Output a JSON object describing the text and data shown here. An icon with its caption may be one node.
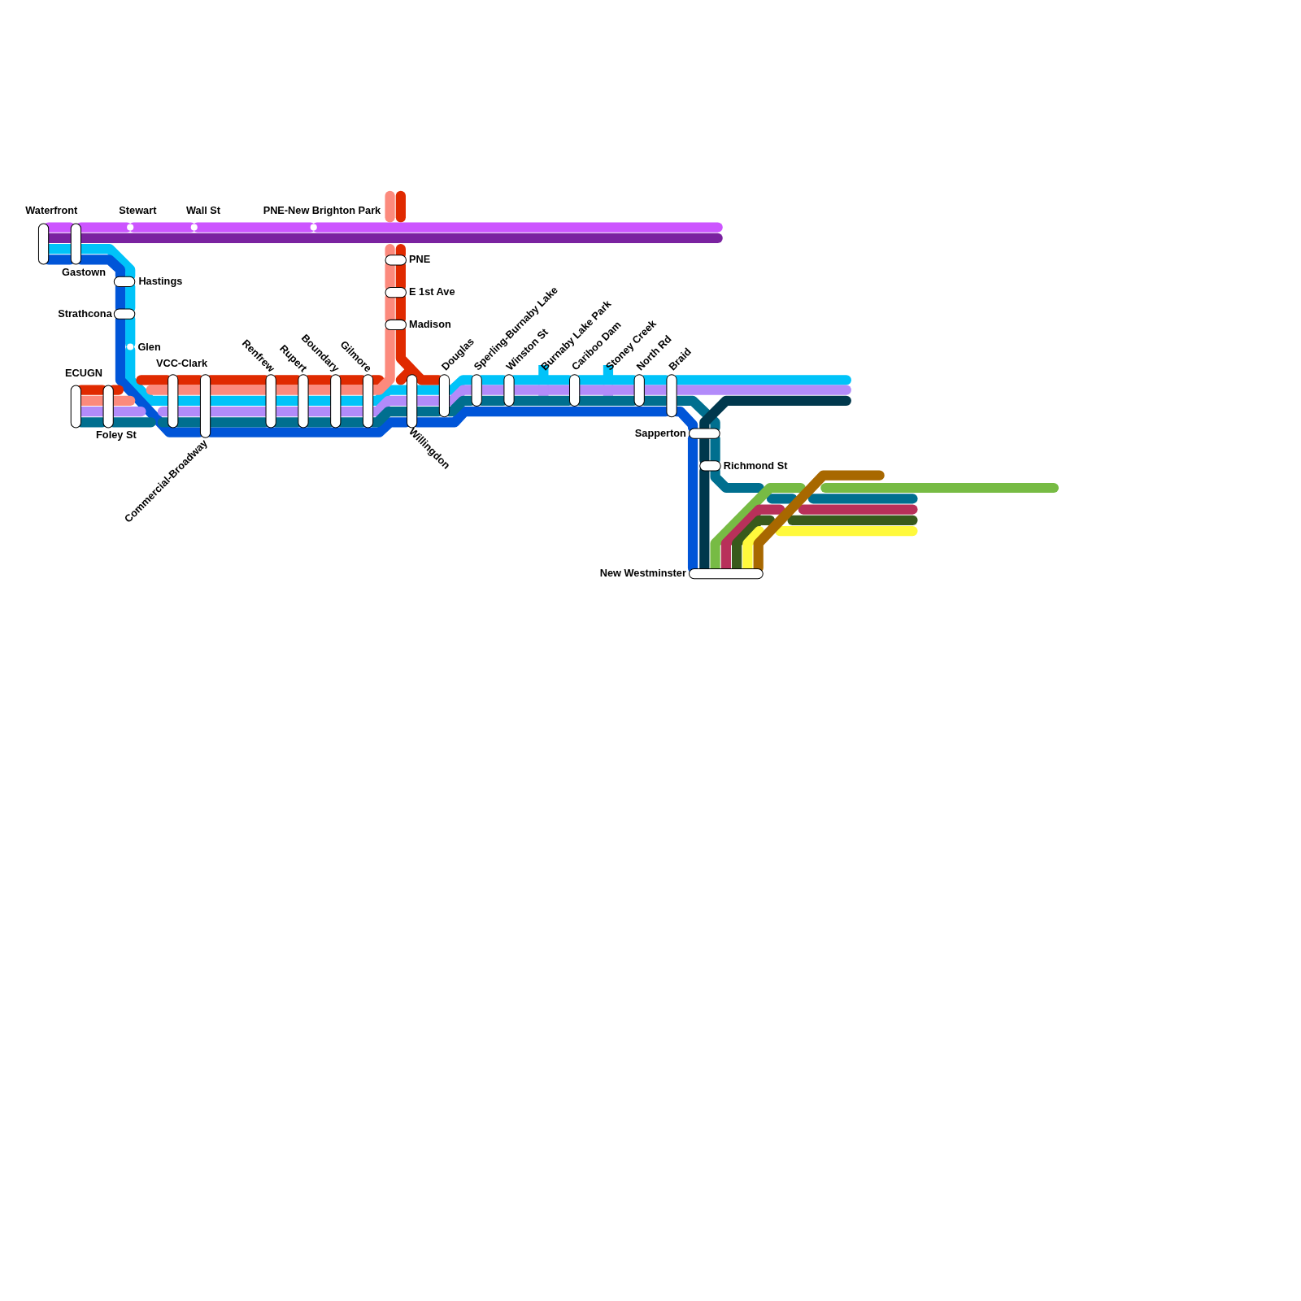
{
  "diagram": {
    "nodes": [
      {
        "text": [
          "Waterfront"
        ]
      },
      {
        "text": [
          "Gastown"
        ]
      },
      {
        "text": [
          "Stewart"
        ]
      },
      {
        "text": [
          "Wall St"
        ]
      },
      {
        "text": [
          "PNE-New Brighton Park"
        ]
      },
      {
        "text": [
          "Hastings"
        ]
      },
      {
        "text": [
          "Strathcona"
        ]
      },
      {
        "text": [
          "Glen"
        ]
      },
      {
        "text": [
          "ECUGN"
        ]
      },
      {
        "text": [
          "Foley St"
        ]
      },
      {
        "text": [
          "VCC-Clark"
        ]
      },
      {
        "text": [
          "Commercial-Broadway"
        ]
      },
      {
        "text": [
          "Renfrew"
        ]
      },
      {
        "text": [
          "Rupert"
        ]
      },
      {
        "text": [
          "Boundary"
        ]
      },
      {
        "text": [
          "Gilmore"
        ]
      },
      {
        "text": [
          "PNE"
        ]
      },
      {
        "text": [
          "E 1st Ave"
        ]
      },
      {
        "text": [
          "Madison"
        ]
      },
      {
        "text": [
          "Willingdon"
        ]
      },
      {
        "text": [
          "Douglas"
        ]
      },
      {
        "text": [
          "Sperling-Burnaby Lake"
        ]
      },
      {
        "text": [
          "Winston St"
        ]
      },
      {
        "text": [
          "Burnaby Lake Park"
        ]
      },
      {
        "text": [
          "Cariboo Dam"
        ]
      },
      {
        "text": [
          "Stoney Creek"
        ]
      },
      {
        "text": [
          "North Rd"
        ]
      },
      {
        "text": [
          "Braid"
        ]
      },
      {
        "text": [
          "Sapperton"
        ]
      },
      {
        "text": [
          "Richmond St"
        ]
      },
      {
        "text": [
          "New Westminster"
        ]
      }
    ],
    "edges": [
      {
        "from": 0,
        "to": 1,
        "arrow": "none",
        "color": "#cc55ff"
      },
      {
        "from": 1,
        "to": 2,
        "arrow": "none",
        "color": "#cc55ff"
      },
      {
        "from": 2,
        "to": 3,
        "arrow": "none",
        "color": "#cc55ff"
      },
      {
        "from": 3,
        "to": 4,
        "arrow": "none",
        "color": "#cc55ff"
      },
      {
        "from": 4,
        "to": null,
        "arrow": "none",
        "color": "#cc55ff"
      },
      {
        "from": 0,
        "to": 1,
        "arrow": "none",
        "color": "#7a22a0"
      },
      {
        "from": 1,
        "to": null,
        "arrow": "none",
        "color": "#7a22a0"
      },
      {
        "from": 0,
        "to": 1,
        "arrow": "none",
        "color": "#00c3f9"
      },
      {
        "from": 1,
        "to": 5,
        "arrow": "none",
        "color": "#00c3f9"
      },
      {
        "from": 5,
        "to": 6,
        "arrow": "none",
        "color": "#00c3f9"
      },
      {
        "from": 6,
        "to": 7,
        "arrow": "none",
        "color": "#00c3f9"
      },
      {
        "from": 7,
        "to": 10,
        "arrow": "none",
        "color": "#00c3f9"
      },
      {
        "from": 10,
        "to": 11,
        "arrow": "none",
        "color": "#00c3f9"
      },
      {
        "from": 11,
        "to": 12,
        "arrow": "none",
        "color": "#00c3f9"
      },
      {
        "from": 12,
        "to": 13,
        "arrow": "none",
        "color": "#00c3f9"
      },
      {
        "from": 13,
        "to": 14,
        "arrow": "none",
        "color": "#00c3f9"
      },
      {
        "from": 14,
        "to": 15,
        "arrow": "none",
        "color": "#00c3f9"
      },
      {
        "from": 15,
        "to": 19,
        "arrow": "none",
        "color": "#00c3f9"
      },
      {
        "from": 19,
        "to": 20,
        "arrow": "none",
        "color": "#00c3f9"
      },
      {
        "from": 20,
        "to": 21,
        "arrow": "none",
        "color": "#00c3f9"
      },
      {
        "from": 21,
        "to": 22,
        "arrow": "none",
        "color": "#00c3f9"
      },
      {
        "from": 22,
        "to": 23,
        "arrow": "none",
        "color": "#00c3f9"
      },
      {
        "from": 23,
        "to": 24,
        "arrow": "none",
        "color": "#00c3f9"
      },
      {
        "from": 24,
        "to": 25,
        "arrow": "none",
        "color": "#00c3f9"
      },
      {
        "from": 25,
        "to": 26,
        "arrow": "none",
        "color": "#00c3f9"
      },
      {
        "from": 26,
        "to": 27,
        "arrow": "none",
        "color": "#00c3f9"
      },
      {
        "from": 27,
        "to": null,
        "arrow": "none",
        "color": "#00c3f9"
      },
      {
        "from": 0,
        "to": 1,
        "arrow": "none",
        "color": "#0055d8"
      },
      {
        "from": 1,
        "to": 5,
        "arrow": "none",
        "color": "#0055d8"
      },
      {
        "from": 5,
        "to": 6,
        "arrow": "none",
        "color": "#0055d8"
      },
      {
        "from": 6,
        "to": 11,
        "arrow": "none",
        "color": "#0055d8"
      },
      {
        "from": 11,
        "to": 19,
        "arrow": "none",
        "color": "#0055d8"
      },
      {
        "from": 19,
        "to": 27,
        "arrow": "none",
        "color": "#0055d8"
      },
      {
        "from": 27,
        "to": 28,
        "arrow": "none",
        "color": "#0055d8"
      },
      {
        "from": 28,
        "to": 30,
        "arrow": "none",
        "color": "#0055d8"
      },
      {
        "from": 8,
        "to": 9,
        "arrow": "none",
        "color": "#e02a00"
      },
      {
        "from": 9,
        "to": null,
        "arrow": "none",
        "color": "#e02a00"
      },
      {
        "from": null,
        "to": 10,
        "arrow": "none",
        "color": "#e02a00"
      },
      {
        "from": 10,
        "to": 11,
        "arrow": "none",
        "color": "#e02a00"
      },
      {
        "from": 11,
        "to": 12,
        "arrow": "none",
        "color": "#e02a00"
      },
      {
        "from": 12,
        "to": 13,
        "arrow": "none",
        "color": "#e02a00"
      },
      {
        "from": 13,
        "to": 14,
        "arrow": "none",
        "color": "#e02a00"
      },
      {
        "from": 14,
        "to": 15,
        "arrow": "none",
        "color": "#e02a00"
      },
      {
        "from": 15,
        "to": null,
        "arrow": "none",
        "color": "#e02a00"
      },
      {
        "from": null,
        "to": 16,
        "arrow": "none",
        "color": "#e02a00"
      },
      {
        "from": 16,
        "to": 17,
        "arrow": "none",
        "color": "#e02a00"
      },
      {
        "from": 17,
        "to": 18,
        "arrow": "none",
        "color": "#e02a00"
      },
      {
        "from": 18,
        "to": 19,
        "arrow": "none",
        "color": "#e02a00"
      },
      {
        "from": 19,
        "to": 20,
        "arrow": "none",
        "color": "#e02a00"
      },
      {
        "from": 8,
        "to": 9,
        "arrow": "none",
        "color": "#fc8a7d"
      },
      {
        "from": 9,
        "to": null,
        "arrow": "none",
        "color": "#fc8a7d"
      },
      {
        "from": null,
        "to": 10,
        "arrow": "none",
        "color": "#fc8a7d"
      },
      {
        "from": 10,
        "to": 11,
        "arrow": "none",
        "color": "#fc8a7d"
      },
      {
        "from": 11,
        "to": 12,
        "arrow": "none",
        "color": "#fc8a7d"
      },
      {
        "from": 12,
        "to": 13,
        "arrow": "none",
        "color": "#fc8a7d"
      },
      {
        "from": 13,
        "to": 14,
        "arrow": "none",
        "color": "#fc8a7d"
      },
      {
        "from": 14,
        "to": 15,
        "arrow": "none",
        "color": "#fc8a7d"
      },
      {
        "from": 15,
        "to": 18,
        "arrow": "none",
        "color": "#fc8a7d"
      },
      {
        "from": 18,
        "to": 17,
        "arrow": "none",
        "color": "#fc8a7d"
      },
      {
        "from": 17,
        "to": 16,
        "arrow": "none",
        "color": "#fc8a7d"
      },
      {
        "from": 16,
        "to": null,
        "arrow": "none",
        "color": "#fc8a7d"
      },
      {
        "from": 8,
        "to": 9,
        "arrow": "none",
        "color": "#b28bfa"
      },
      {
        "from": 9,
        "to": null,
        "arrow": "none",
        "color": "#b28bfa"
      },
      {
        "from": null,
        "to": 10,
        "arrow": "none",
        "color": "#b28bfa"
      },
      {
        "from": 10,
        "to": 11,
        "arrow": "none",
        "color": "#b28bfa"
      },
      {
        "from": 11,
        "to": 12,
        "arrow": "none",
        "color": "#b28bfa"
      },
      {
        "from": 12,
        "to": 13,
        "arrow": "none",
        "color": "#b28bfa"
      },
      {
        "from": 13,
        "to": 14,
        "arrow": "none",
        "color": "#b28bfa"
      },
      {
        "from": 14,
        "to": 15,
        "arrow": "none",
        "color": "#b28bfa"
      },
      {
        "from": 15,
        "to": 19,
        "arrow": "none",
        "color": "#b28bfa"
      },
      {
        "from": 19,
        "to": 20,
        "arrow": "none",
        "color": "#b28bfa"
      },
      {
        "from": 20,
        "to": 21,
        "arrow": "none",
        "color": "#b28bfa"
      },
      {
        "from": 21,
        "to": 22,
        "arrow": "none",
        "color": "#b28bfa"
      },
      {
        "from": 22,
        "to": 23,
        "arrow": "none",
        "color": "#b28bfa"
      },
      {
        "from": 23,
        "to": 24,
        "arrow": "none",
        "color": "#b28bfa"
      },
      {
        "from": 24,
        "to": 25,
        "arrow": "none",
        "color": "#b28bfa"
      },
      {
        "from": 25,
        "to": 26,
        "arrow": "none",
        "color": "#b28bfa"
      },
      {
        "from": 26,
        "to": 27,
        "arrow": "none",
        "color": "#b28bfa"
      },
      {
        "from": 27,
        "to": null,
        "arrow": "none",
        "color": "#b28bfa"
      },
      {
        "from": 8,
        "to": 9,
        "arrow": "none",
        "color": "#006f8f"
      },
      {
        "from": 9,
        "to": null,
        "arrow": "none",
        "color": "#006f8f"
      },
      {
        "from": null,
        "to": 10,
        "arrow": "none",
        "color": "#006f8f"
      },
      {
        "from": 10,
        "to": 11,
        "arrow": "none",
        "color": "#006f8f"
      },
      {
        "from": 11,
        "to": 12,
        "arrow": "none",
        "color": "#006f8f"
      },
      {
        "from": 12,
        "to": 13,
        "arrow": "none",
        "color": "#006f8f"
      },
      {
        "from": 13,
        "to": 14,
        "arrow": "none",
        "color": "#006f8f"
      },
      {
        "from": 14,
        "to": 15,
        "arrow": "none",
        "color": "#006f8f"
      },
      {
        "from": 15,
        "to": 19,
        "arrow": "none",
        "color": "#006f8f"
      },
      {
        "from": 19,
        "to": 20,
        "arrow": "none",
        "color": "#006f8f"
      },
      {
        "from": 20,
        "to": 21,
        "arrow": "none",
        "color": "#006f8f"
      },
      {
        "from": 21,
        "to": 22,
        "arrow": "none",
        "color": "#006f8f"
      },
      {
        "from": 22,
        "to": 23,
        "arrow": "none",
        "color": "#006f8f"
      },
      {
        "from": 23,
        "to": 24,
        "arrow": "none",
        "color": "#006f8f"
      },
      {
        "from": 24,
        "to": 25,
        "arrow": "none",
        "color": "#006f8f"
      },
      {
        "from": 25,
        "to": 26,
        "arrow": "none",
        "color": "#006f8f"
      },
      {
        "from": 26,
        "to": 27,
        "arrow": "none",
        "color": "#006f8f"
      },
      {
        "from": 27,
        "to": 28,
        "arrow": "none",
        "color": "#006f8f"
      },
      {
        "from": 28,
        "to": 29,
        "arrow": "none",
        "color": "#006f8f"
      },
      {
        "from": 29,
        "to": null,
        "arrow": "none",
        "color": "#006f8f"
      },
      {
        "from": 30,
        "to": 29,
        "arrow": "none",
        "color": "#00384d"
      },
      {
        "from": 29,
        "to": 28,
        "arrow": "none",
        "color": "#00384d"
      },
      {
        "from": 28,
        "to": null,
        "arrow": "none",
        "color": "#00384d"
      },
      {
        "from": 30,
        "to": null,
        "arrow": "none",
        "color": "#77bb44"
      },
      {
        "from": 30,
        "to": null,
        "arrow": "none",
        "color": "#b8305a"
      },
      {
        "from": 30,
        "to": null,
        "arrow": "none",
        "color": "#385a1c"
      },
      {
        "from": 30,
        "to": null,
        "arrow": "none",
        "color": "#fff93c"
      },
      {
        "from": 30,
        "to": null,
        "arrow": "none",
        "color": "#a86800"
      }
    ]
  }
}
